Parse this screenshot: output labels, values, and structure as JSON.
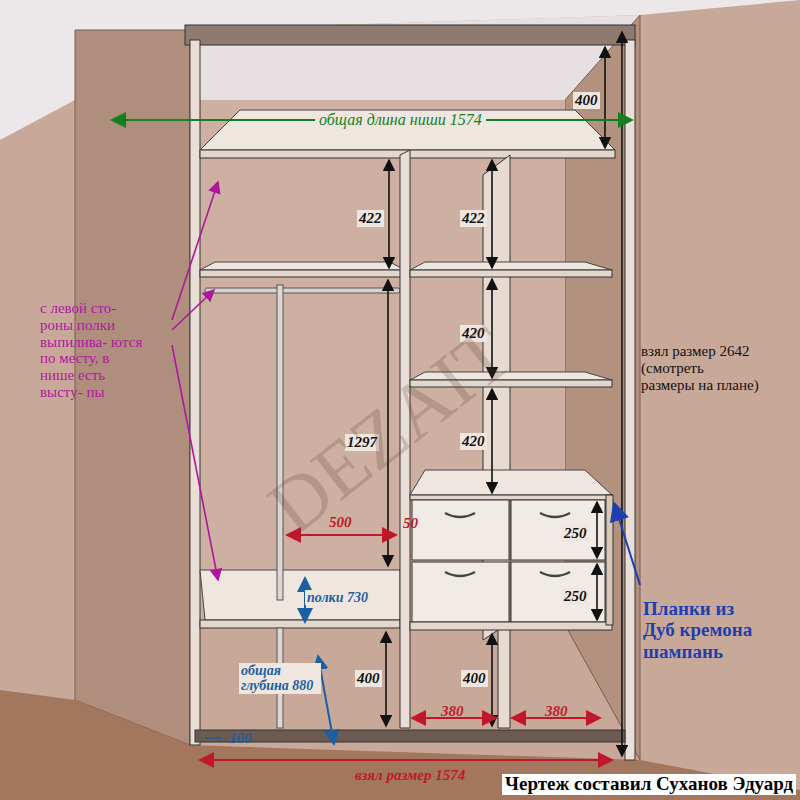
{
  "diagram": {
    "caption": "Чертеж составил Суханов Эдуард",
    "labels": [
      "400",
      "общая длина ниши 1574",
      "422",
      "422",
      "420",
      "420",
      "1297",
      "500",
      "50",
      "250",
      "250",
      "полки 730",
      "общая глубина 880",
      "400",
      "400",
      "380",
      "380",
      "100",
      "взял размер 1574",
      "с левой сто- роны полки выпилива- ются по месту, в нише есть высту- пы",
      "взял размер 2642 (смотреть размеры на плане)",
      "Планки из Дуб кремона шампань",
      "DEZAIT"
    ]
  }
}
